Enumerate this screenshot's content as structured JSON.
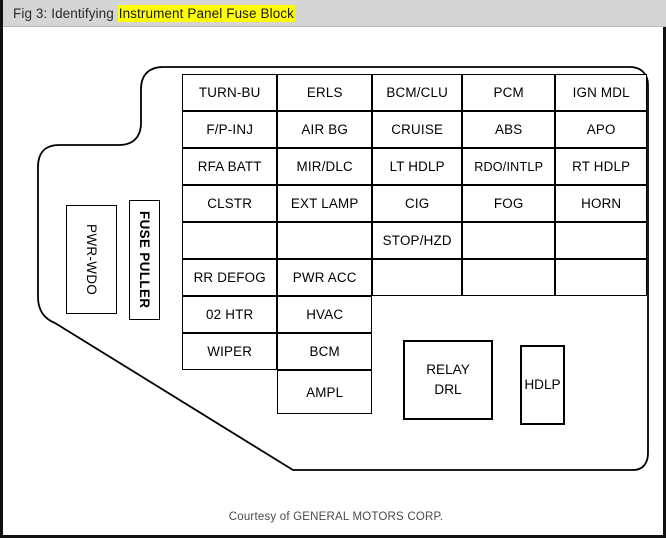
{
  "header": {
    "prefix": "Fig 3: Identifying ",
    "highlighted": "Instrument Panel Fuse Block",
    "highlight_color": "#ffff00",
    "bar_color": "#d5d5d5"
  },
  "diagram": {
    "title": "Instrument Panel Fuse Block",
    "outline_stroke": "#000000",
    "columns": 5,
    "grid": [
      [
        "TURN-BU",
        "ERLS",
        "BCM/CLU",
        "PCM",
        "IGN MDL"
      ],
      [
        "F/P-INJ",
        "AIR BG",
        "CRUISE",
        "ABS",
        "APO"
      ],
      [
        "RFA BATT",
        "MIR/DLC",
        "LT HDLP",
        "RDO/INTLP",
        "RT HDLP"
      ],
      [
        "CLSTR",
        "EXT LAMP",
        "CIG",
        "FOG",
        "HORN"
      ],
      [
        "",
        "",
        "STOP/HZD",
        "",
        ""
      ],
      [
        "RR DEFOG",
        "PWR ACC",
        "",
        "",
        ""
      ],
      [
        "02 HTR",
        "HVAC",
        "",
        "",
        ""
      ],
      [
        "WIPER",
        "BCM",
        "",
        "",
        ""
      ],
      [
        "",
        "AMPL",
        "",
        "",
        ""
      ]
    ],
    "side_boxes": [
      {
        "id": "pwr-wdo",
        "label": "PWR-WDO"
      },
      {
        "id": "fuse-puller",
        "label": "FUSE PULLER"
      }
    ],
    "relay_boxes": [
      {
        "id": "relay-drl",
        "line1": "RELAY",
        "line2": "DRL"
      },
      {
        "id": "hdlp",
        "line1": "HDLP",
        "line2": ""
      }
    ]
  },
  "footer": {
    "courtesy": "Courtesy of GENERAL MOTORS CORP."
  }
}
